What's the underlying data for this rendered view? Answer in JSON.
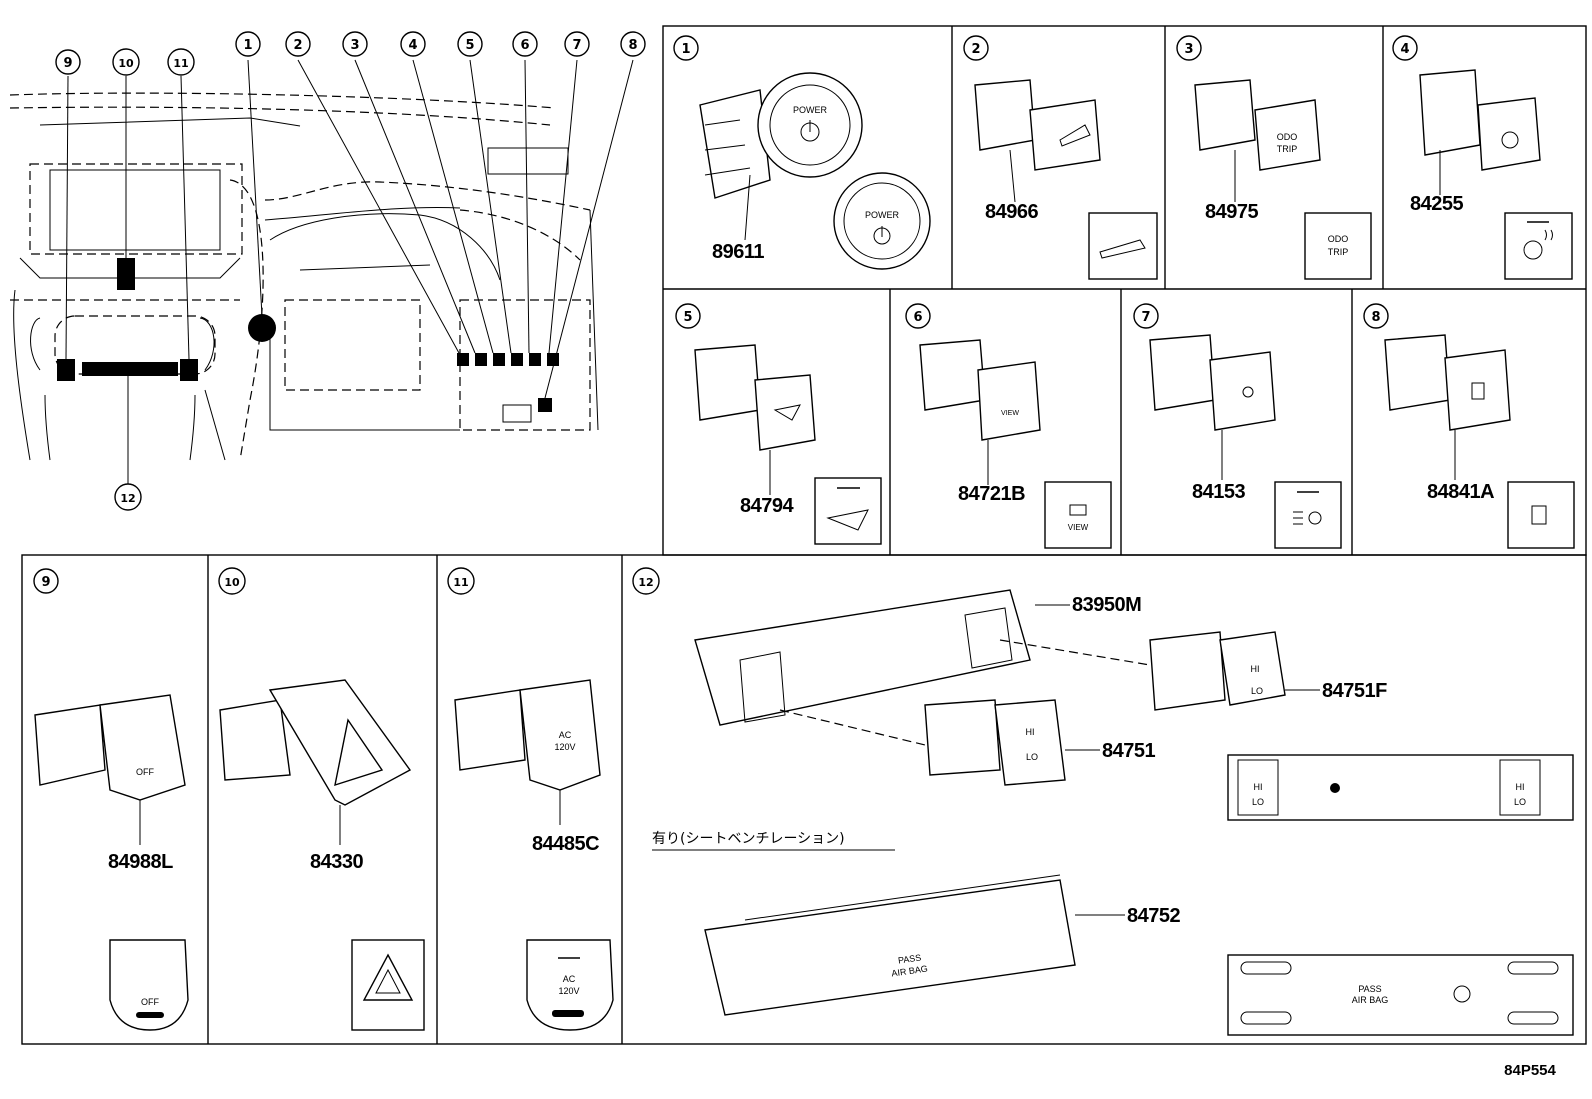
{
  "diagram_code": "84P554",
  "callouts": {
    "c1": "1",
    "c2": "2",
    "c3": "3",
    "c4": "4",
    "c5": "5",
    "c6": "6",
    "c7": "7",
    "c8": "8",
    "c9": "9",
    "c10": "10",
    "c11": "11",
    "c12": "12"
  },
  "parts": {
    "p1": "89611",
    "p2": "84966",
    "p3": "84975",
    "p4": "84255",
    "p5": "84794",
    "p6": "84721B",
    "p7": "84153",
    "p8": "84841A",
    "p9": "84988L",
    "p10": "84330",
    "p11": "84485C",
    "p12a": "83950M",
    "p12b": "84751F",
    "p12c": "84751",
    "p12d": "84752"
  },
  "labels": {
    "power": "POWER",
    "odo": "ODO",
    "trip": "TRIP",
    "view": "VIEW",
    "off": "OFF",
    "ac": "AC",
    "v120": "120V",
    "hi": "HI",
    "lo": "LO",
    "pass": "PASS",
    "airbag": "AIR BAG",
    "ventilation_note": "有り(シートベンチレーション)"
  }
}
